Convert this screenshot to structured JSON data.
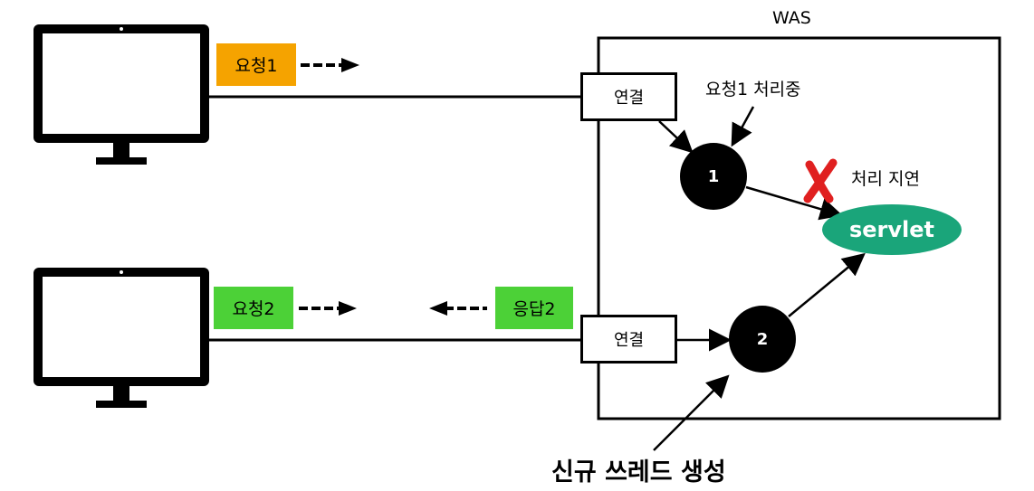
{
  "was": {
    "title": "WAS"
  },
  "client1": {
    "request_label": "요청1",
    "request_color": "#f5a300"
  },
  "client2": {
    "request_label": "요청2",
    "response_label": "응답2",
    "tag_color": "#4cd137"
  },
  "connection": {
    "label_1": "연결",
    "label_2": "연결"
  },
  "thread1": {
    "number": "1",
    "status": "요청1 처리중"
  },
  "thread2": {
    "number": "2"
  },
  "servlet": {
    "label": "servlet",
    "color": "#1aa57a"
  },
  "delay": {
    "label": "처리 지연",
    "icon": "x-mark-icon",
    "icon_color": "#e02020"
  },
  "footer": {
    "new_thread_label": "신규 쓰레드 생성"
  }
}
